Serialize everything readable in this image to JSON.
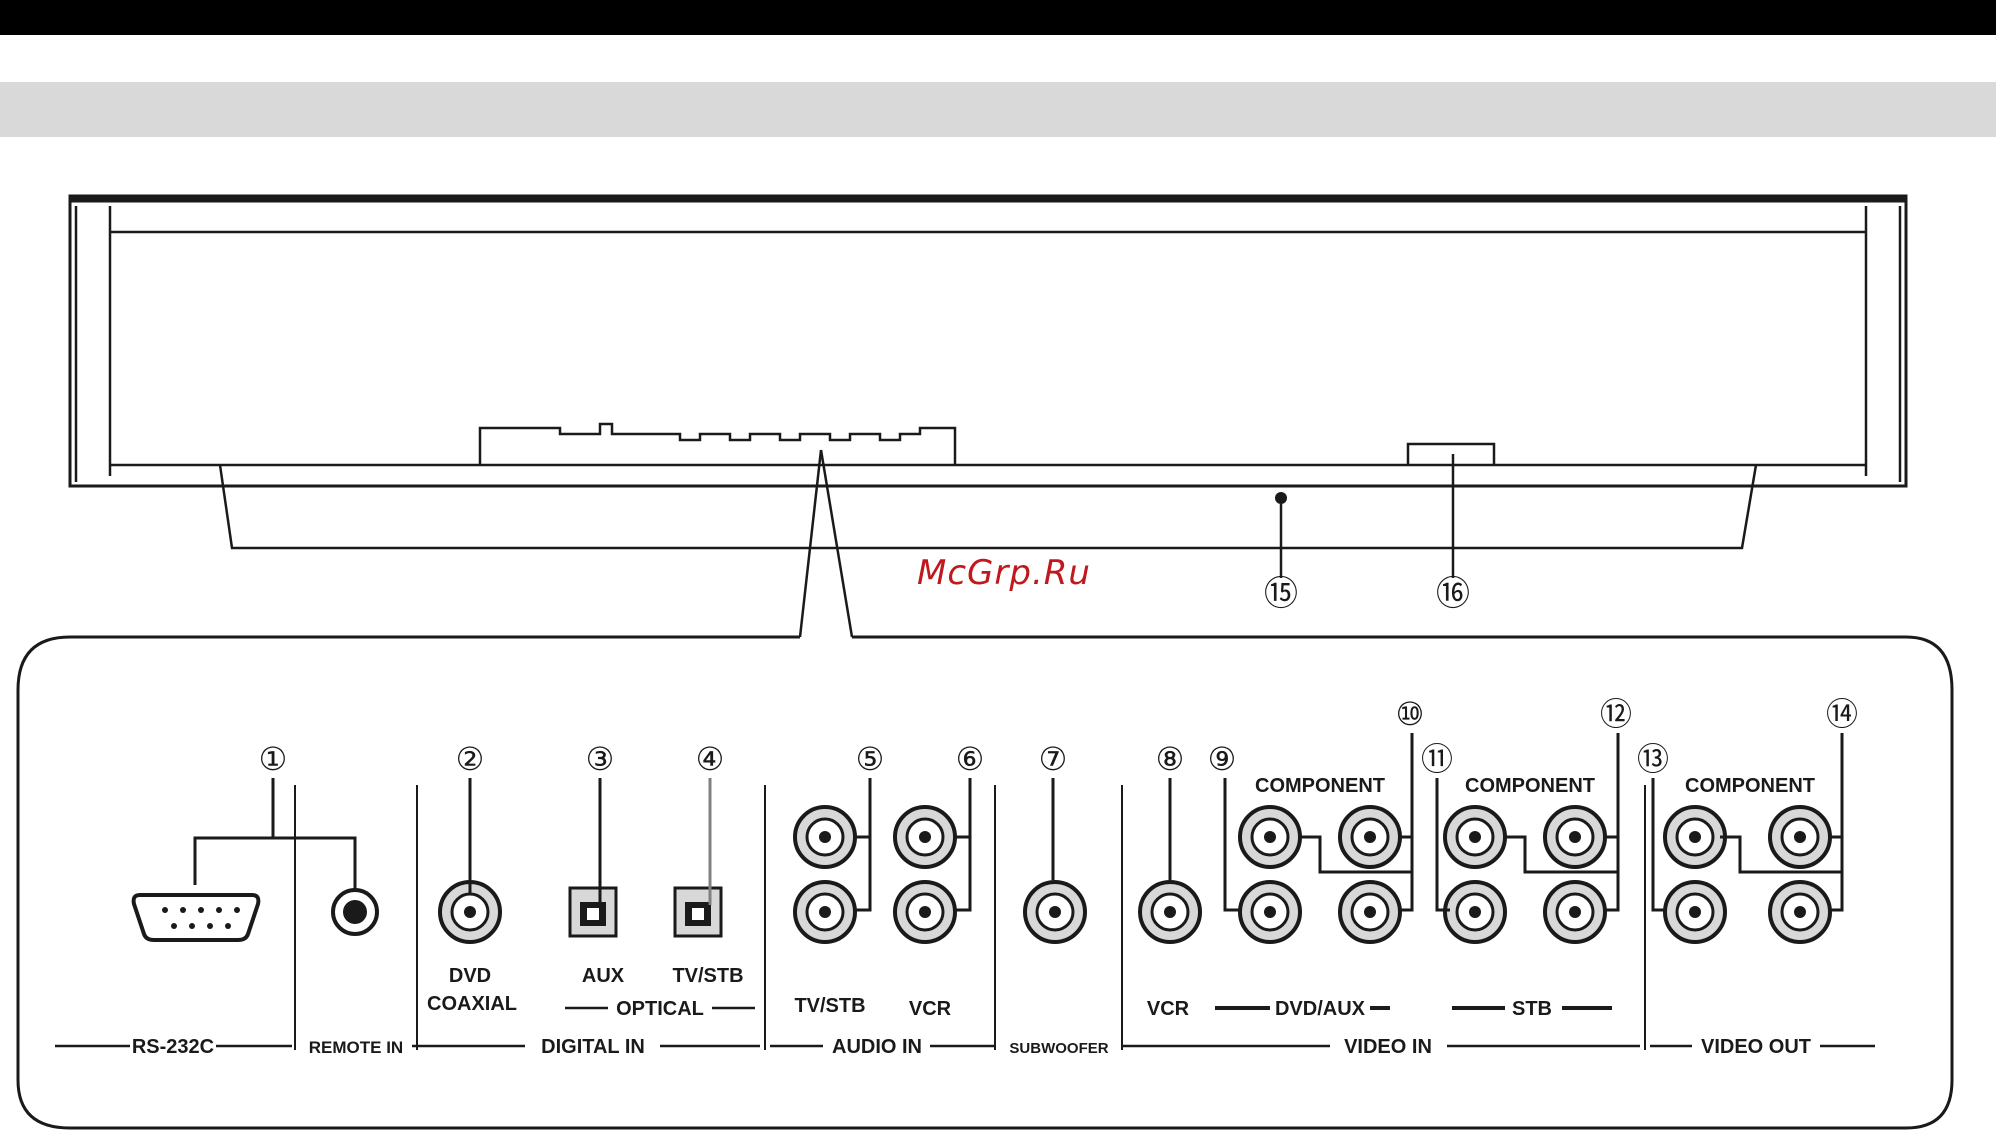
{
  "watermark": "McGrp.Ru",
  "callouts": [
    "①",
    "②",
    "③",
    "④",
    "⑤",
    "⑥",
    "⑦",
    "⑧",
    "⑨",
    "⑩",
    "⑪",
    "⑫",
    "⑬",
    "⑭",
    "⑮",
    "⑯"
  ],
  "labels": {
    "rs232c": "RS-232C",
    "remote_in": "REMOTE IN",
    "dvd": "DVD",
    "coaxial": "COAXIAL",
    "aux": "AUX",
    "tv_stb_optical": "TV/STB",
    "optical": "OPTICAL",
    "digital_in": "DIGITAL IN",
    "tv_stb_audio": "TV/STB",
    "vcr_audio": "VCR",
    "audio_in": "AUDIO IN",
    "subwoofer": "SUBWOOFER",
    "vcr_video": "VCR",
    "component_1": "COMPONENT",
    "component_2": "COMPONENT",
    "component_3": "COMPONENT",
    "dvd_aux": "DVD/AUX",
    "stb": "STB",
    "video_in": "VIDEO IN",
    "video_out": "VIDEO OUT"
  },
  "colors": {
    "line": "#1a1a1a",
    "jack_fill": "#d8d8d8",
    "watermark": "#c0181c",
    "header_band": "#d9d9d9"
  }
}
